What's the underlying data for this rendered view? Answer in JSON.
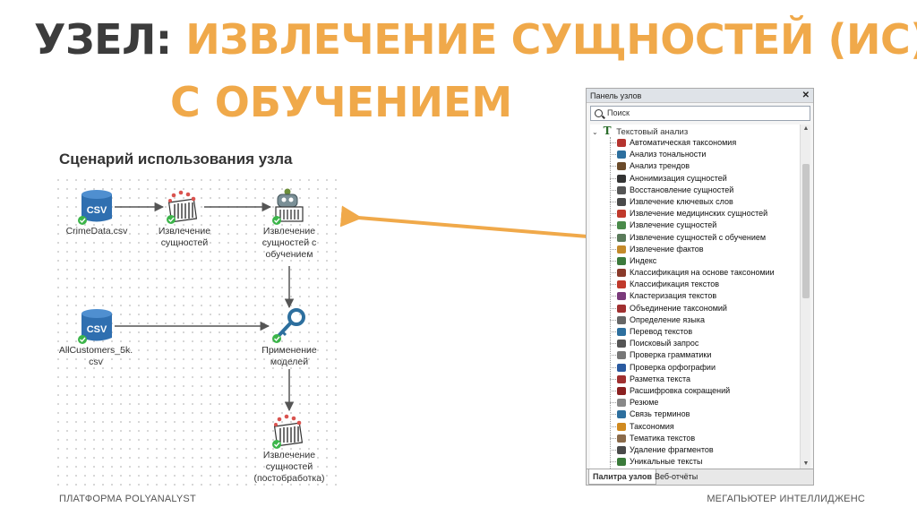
{
  "title": {
    "part1": "УЗЕЛ:",
    "part2": "ИЗВЛЕЧЕНИЕ СУЩНОСТЕЙ (ИС)",
    "line2": "С ОБУЧЕНИЕМ",
    "dark_color": "#3c3c3c",
    "accent_color": "#f0a94a"
  },
  "subtitle": "Сценарий использования узла",
  "workflow": {
    "csv_text": "CSV",
    "nodes": {
      "crime_data": "CrimeData.csv",
      "entity_extraction": [
        "Извлечение",
        "сущностей"
      ],
      "entity_extraction_learning": [
        "Извлечение",
        "сущностей с",
        "обучением"
      ],
      "all_customers": [
        "AllCustomers_5k.",
        "csv"
      ],
      "apply_models": [
        "Применение",
        "моделей"
      ],
      "entity_extraction_post": [
        "Извлечение",
        "сущностей",
        "(постобработка)"
      ]
    }
  },
  "panel": {
    "title": "Панель узлов",
    "close": "✕",
    "search_placeholder": "Поиск",
    "root": "Текстовый анализ",
    "items": [
      "Автоматическая таксономия",
      "Анализ тональности",
      "Анализ трендов",
      "Анонимизация сущностей",
      "Восстановление сущностей",
      "Извлечение ключевых слов",
      "Извлечение медицинских сущностей",
      "Извлечение сущностей",
      "Извлечение сущностей с обучением",
      "Извлечение фактов",
      "Индекс",
      "Классификация на основе таксономии",
      "Классификация текстов",
      "Кластеризация текстов",
      "Объединение таксономий",
      "Определение языка",
      "Перевод текстов",
      "Поисковый запрос",
      "Проверка грамматики",
      "Проверка орфографии",
      "Разметка текста",
      "Расшифровка сокращений",
      "Резюме",
      "Связь терминов",
      "Таксономия",
      "Тематика текстов",
      "Удаление фрагментов",
      "Уникальные тексты"
    ],
    "item_colors": [
      "#b5332e",
      "#2d6f9e",
      "#6b4b2a",
      "#333333",
      "#555555",
      "#4a4a4a",
      "#c0392b",
      "#4a8a4a",
      "#5a7a5a",
      "#c48a2a",
      "#3c7a3c",
      "#8a3a2a",
      "#c0392b",
      "#7a3a7a",
      "#a03030",
      "#666666",
      "#2d6f9e",
      "#555555",
      "#777777",
      "#2a5aa0",
      "#a03030",
      "#8a2020",
      "#888888",
      "#2d6f9e",
      "#d08a20",
      "#8a6a4a",
      "#4a4a4a",
      "#3a7a3a"
    ],
    "tabs": [
      "Палитра узлов",
      "Веб-отчёты"
    ]
  },
  "footer": {
    "left": "ПЛАТФОРМА POLYANALYST",
    "right": "МЕГАПЬЮТЕР ИНТЕЛЛИДЖЕНС"
  }
}
